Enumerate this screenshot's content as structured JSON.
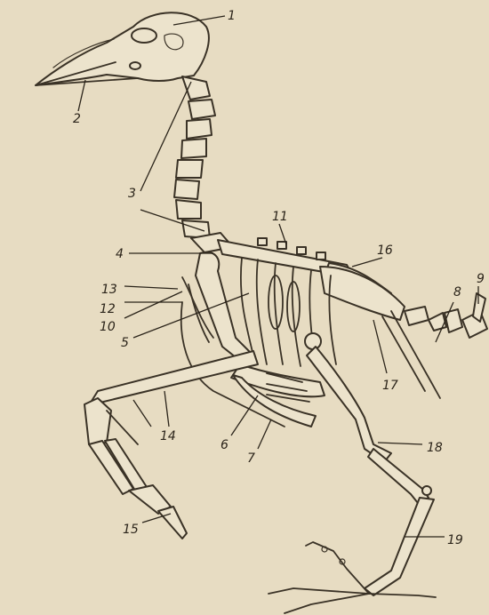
{
  "colors": {
    "paper": "#e7dcc2",
    "ink": "#3a3226",
    "bone": "#ece3cc"
  },
  "labels": [
    "1",
    "2",
    "3",
    "4",
    "5",
    "6",
    "7",
    "8",
    "9",
    "10",
    "11",
    "12",
    "13",
    "14",
    "15",
    "16",
    "17",
    "18",
    "19"
  ]
}
